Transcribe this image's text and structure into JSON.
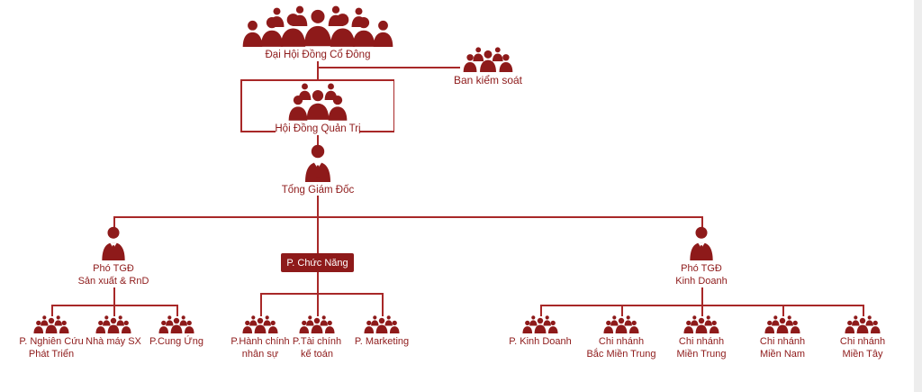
{
  "colors": {
    "primary": "#8e1a1a",
    "line": "#a82828",
    "box_bg": "#8e1a1a",
    "box_text": "#ffffff"
  },
  "nodes": {
    "shareholders": {
      "label": "Đại Hội Đồng Cổ Đông"
    },
    "supervisory": {
      "label": "Ban kiểm soát"
    },
    "board": {
      "label": "Hội Đồng Quản Trị"
    },
    "ceo": {
      "label": "Tổng Giám Đốc"
    },
    "deputy_production": {
      "label": "Phó TGĐ\nSản xuất & RnD"
    },
    "functional": {
      "label": "P. Chức Năng"
    },
    "deputy_business": {
      "label": "Phó TGĐ\nKinh Doanh"
    },
    "rnd": {
      "label": "P. Nghiên Cứu\nPhát Triển"
    },
    "factory": {
      "label": "Nhà máy SX"
    },
    "supply": {
      "label": "P.Cung Ứng"
    },
    "hr_admin": {
      "label": "P.Hành chính\nnhân sự"
    },
    "finance": {
      "label": "P.Tài chính\nkế toán"
    },
    "marketing": {
      "label": "P. Marketing"
    },
    "business_dept": {
      "label": "P. Kinh Doanh"
    },
    "branch_north_central": {
      "label": "Chi nhánh\nBắc Miền Trung"
    },
    "branch_central": {
      "label": "Chi nhánh\nMiền Trung"
    },
    "branch_south": {
      "label": "Chi nhánh\nMiền Nam"
    },
    "branch_west": {
      "label": "Chi nhánh\nMiền Tây"
    }
  },
  "hierarchy": [
    {
      "node": "shareholders",
      "children": [
        {
          "node": "supervisory"
        },
        {
          "node": "board",
          "children": [
            {
              "node": "ceo",
              "children": [
                {
                  "node": "deputy_production",
                  "children": [
                    {
                      "node": "rnd"
                    },
                    {
                      "node": "factory"
                    },
                    {
                      "node": "supply"
                    }
                  ]
                },
                {
                  "node": "functional",
                  "children": [
                    {
                      "node": "hr_admin"
                    },
                    {
                      "node": "finance"
                    },
                    {
                      "node": "marketing"
                    }
                  ]
                },
                {
                  "node": "deputy_business",
                  "children": [
                    {
                      "node": "business_dept"
                    },
                    {
                      "node": "branch_north_central"
                    },
                    {
                      "node": "branch_central"
                    },
                    {
                      "node": "branch_south"
                    },
                    {
                      "node": "branch_west"
                    }
                  ]
                }
              ]
            }
          ]
        }
      ]
    }
  ]
}
